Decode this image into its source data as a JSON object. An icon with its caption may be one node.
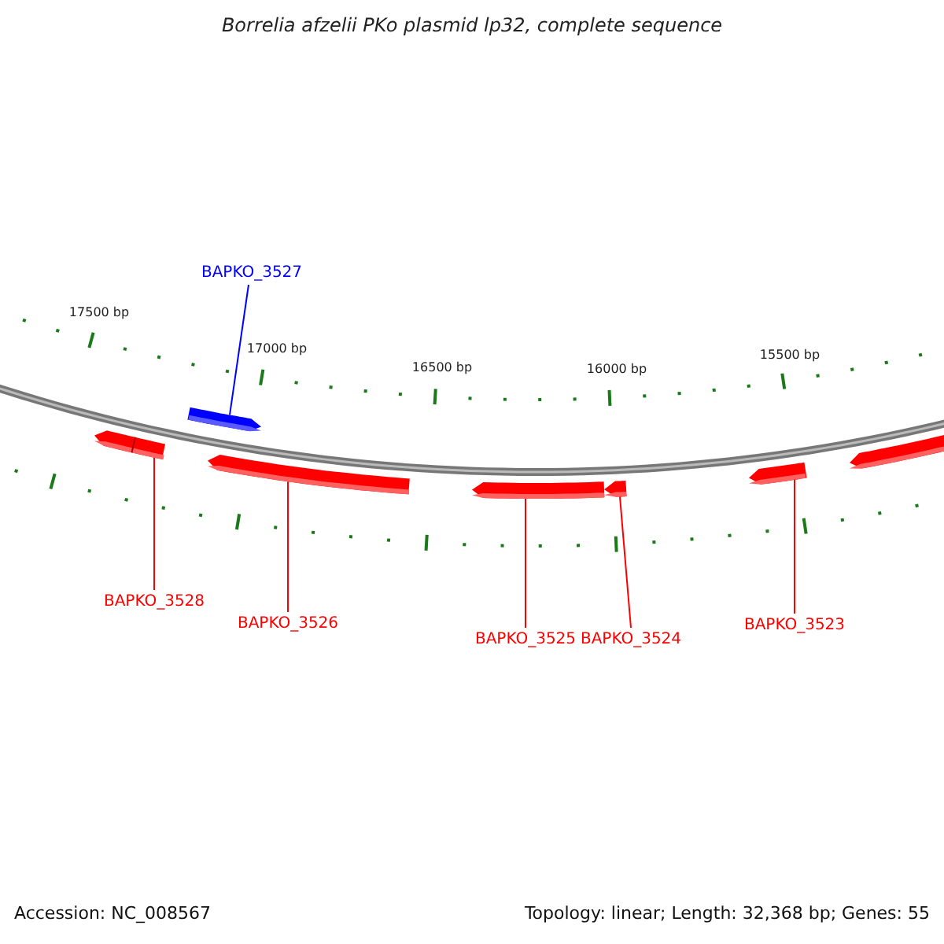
{
  "diagram": {
    "title": "Borrelia afzelii PKo plasmid lp32, complete sequence",
    "nodes": [
      {
        "text": [
          "BAPKO_3527"
        ]
      },
      {
        "text": [],
        "shape": "bar"
      },
      {
        "text": [
          "BAPKO_3528"
        ]
      },
      {
        "text": [],
        "shape": "bar"
      },
      {
        "text": [
          "BAPKO_3526"
        ]
      },
      {
        "text": [],
        "shape": "bar"
      },
      {
        "text": [
          "BAPKO_3525"
        ]
      },
      {
        "text": [],
        "shape": "bar"
      },
      {
        "text": [
          "BAPKO_3524"
        ]
      },
      {
        "text": [],
        "shape": "bar"
      },
      {
        "text": [
          "BAPKO_3523"
        ]
      },
      {
        "text": [],
        "shape": "bar"
      }
    ],
    "edges": [
      {
        "from": 0,
        "to": 1,
        "arrow": "none",
        "color": "#0000ff"
      },
      {
        "from": 2,
        "to": 3,
        "arrow": "none"
      },
      {
        "from": 4,
        "to": 5,
        "arrow": "none"
      },
      {
        "from": 6,
        "to": 7,
        "arrow": "none"
      },
      {
        "from": 8,
        "to": 9,
        "arrow": "none"
      },
      {
        "from": 10,
        "to": 11,
        "arrow": "none"
      }
    ],
    "labels": [
      "17500 bp",
      "17000 bp",
      "16500 bp",
      "16000 bp",
      "15500 bp",
      "Accession: NC_008567",
      "Topology: linear; Length: 32,368 bp; Genes: 55"
    ]
  }
}
